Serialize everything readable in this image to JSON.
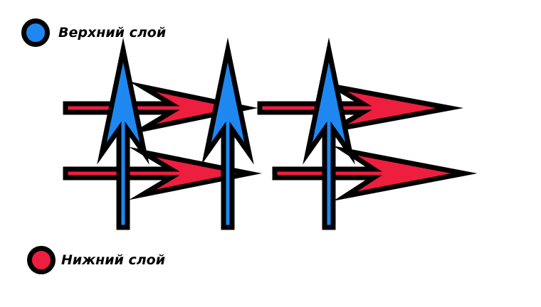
{
  "legend": {
    "top_layer": {
      "label": "Верхний слой",
      "color": "#1e88f0"
    },
    "bottom_layer": {
      "label": "Нижний слой",
      "color": "#ee1e3e"
    }
  },
  "colors": {
    "outline": "#000000",
    "background": "#ffffff"
  },
  "diagram": {
    "red_arrows": [
      {
        "name": "red-arrow-top-left"
      },
      {
        "name": "red-arrow-top-right"
      },
      {
        "name": "red-arrow-bottom-left"
      },
      {
        "name": "red-arrow-bottom-right"
      }
    ],
    "blue_arrows": [
      {
        "name": "blue-arrow-left"
      },
      {
        "name": "blue-arrow-middle"
      },
      {
        "name": "blue-arrow-right"
      }
    ]
  }
}
